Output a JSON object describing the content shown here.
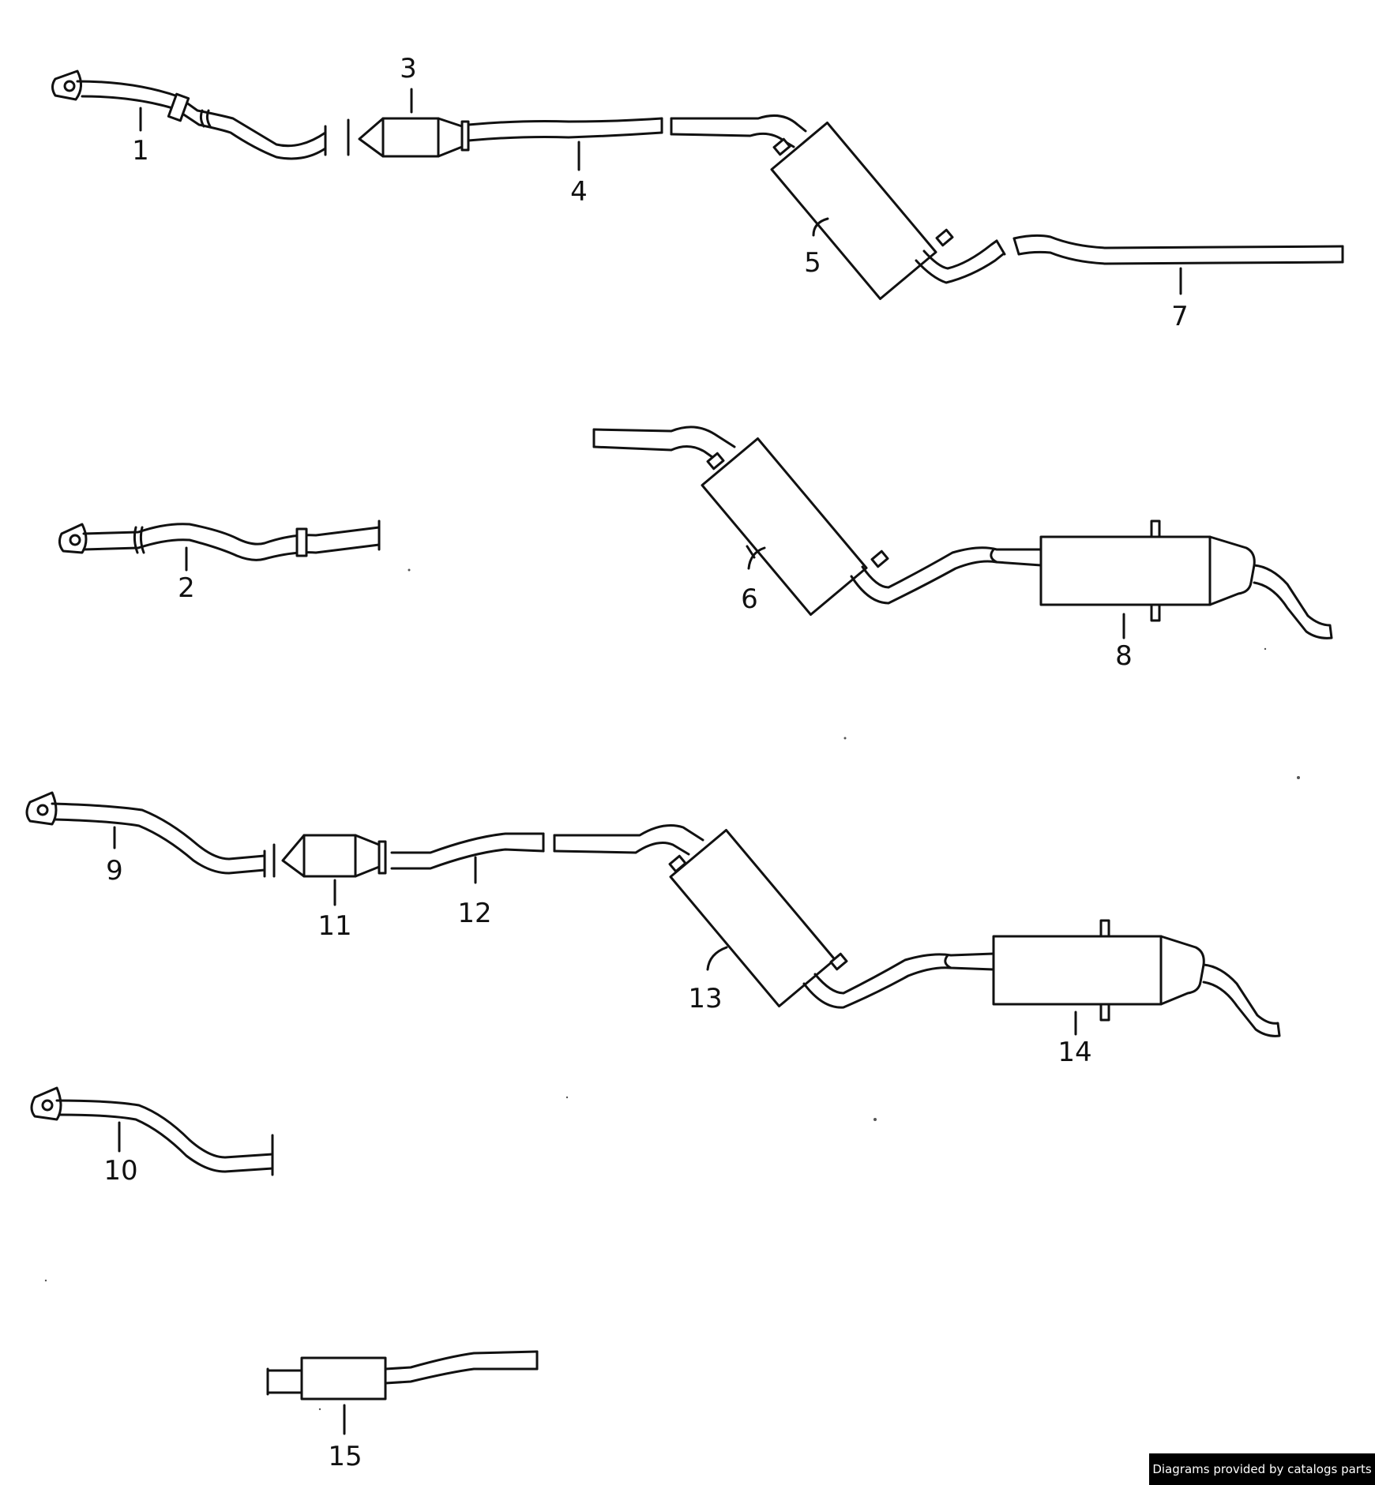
{
  "diagram": {
    "callouts": [
      {
        "id": "1",
        "label": "1"
      },
      {
        "id": "2",
        "label": "2"
      },
      {
        "id": "3",
        "label": "3"
      },
      {
        "id": "4",
        "label": "4"
      },
      {
        "id": "5",
        "label": "5"
      },
      {
        "id": "6",
        "label": "6"
      },
      {
        "id": "7",
        "label": "7"
      },
      {
        "id": "8",
        "label": "8"
      },
      {
        "id": "9",
        "label": "9"
      },
      {
        "id": "10",
        "label": "10"
      },
      {
        "id": "11",
        "label": "11"
      },
      {
        "id": "12",
        "label": "12"
      },
      {
        "id": "13",
        "label": "13"
      },
      {
        "id": "14",
        "label": "14"
      },
      {
        "id": "15",
        "label": "15"
      }
    ],
    "line_color": "#111111",
    "background_color": "#ffffff"
  },
  "footer": {
    "credit": "Diagrams provided by catalogs parts"
  }
}
